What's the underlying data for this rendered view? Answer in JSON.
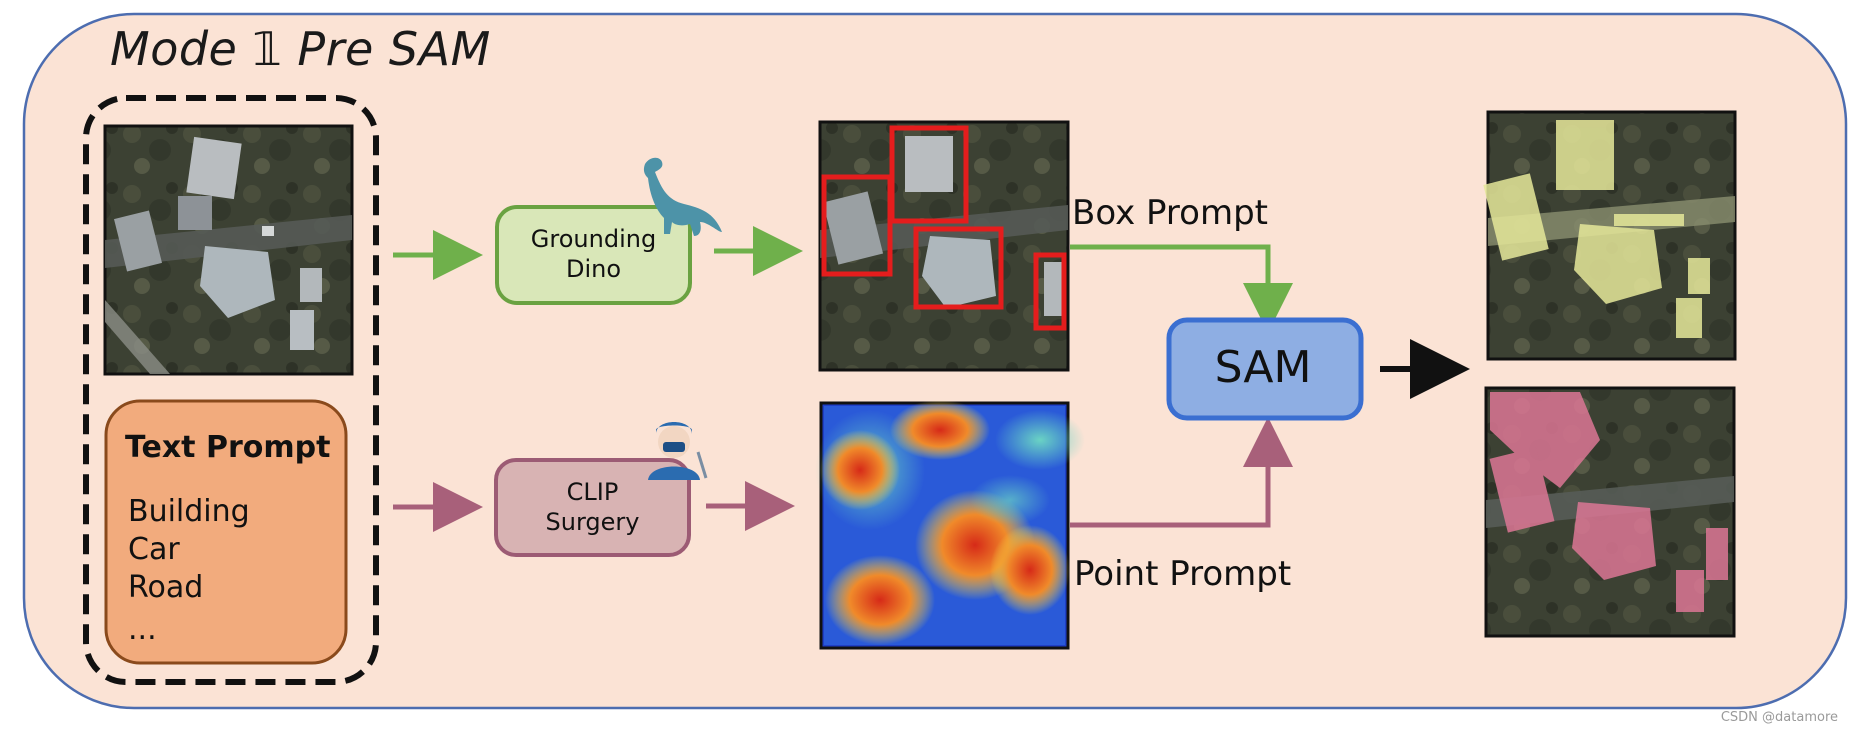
{
  "title": "Mode 𝟙 Pre SAM",
  "text_prompt": {
    "heading": "Text Prompt",
    "items": [
      "Building",
      "Car",
      "Road",
      "..."
    ]
  },
  "models": {
    "grounding": [
      "Grounding",
      "Dino"
    ],
    "clip": [
      "CLIP",
      "Surgery"
    ],
    "sam": "SAM"
  },
  "prompts": {
    "box": "Box Prompt",
    "point": "Point Prompt"
  },
  "watermark": "CSDN @datamore",
  "colors": {
    "background": "#fbe3d5",
    "border": "#4d6db0",
    "green_arrow": "#6fb04b",
    "mauve_arrow": "#a8607a",
    "grounding_box_fill": "#d9e7b8",
    "grounding_box_border": "#6aa241",
    "clip_box_fill": "#d8b3b3",
    "clip_box_border": "#9c5b74",
    "sam_fill": "#8eaee3",
    "sam_border": "#3b6fd1",
    "text_prompt_fill": "#f2ab7d",
    "text_prompt_border": "#8a4a1c",
    "detection_box": "#e51d1d"
  },
  "icons": [
    "dinosaur-icon",
    "surgeon-icon"
  ]
}
